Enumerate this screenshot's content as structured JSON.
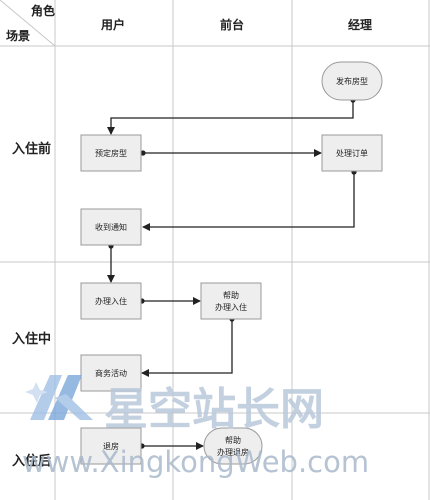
{
  "header": {
    "corner_role": "角色",
    "corner_scene": "场景",
    "columns": [
      "用户",
      "前台",
      "经理"
    ]
  },
  "rows": [
    "入住前",
    "入住中",
    "入住后"
  ],
  "nodes": {
    "publish_room_type": "发布房型",
    "book_room_type": "预定房型",
    "process_order": "处理订单",
    "receive_notice": "收到通知",
    "check_in": "办理入住",
    "help_check_in_1": "帮助",
    "help_check_in_2": "办理入住",
    "business_activity": "商务活动",
    "check_out": "退房",
    "help_check_out_1": "帮助",
    "help_check_out_2": "办理退房"
  },
  "watermark": {
    "brand": "星空站长网",
    "url": "www.XingkongWeb.com"
  },
  "colors": {
    "grid": "#c8c8c8",
    "node_fill": "#eeeeee",
    "node_stroke": "#9a9a9a",
    "edge": "#222222",
    "watermark": "#b9c8da"
  }
}
